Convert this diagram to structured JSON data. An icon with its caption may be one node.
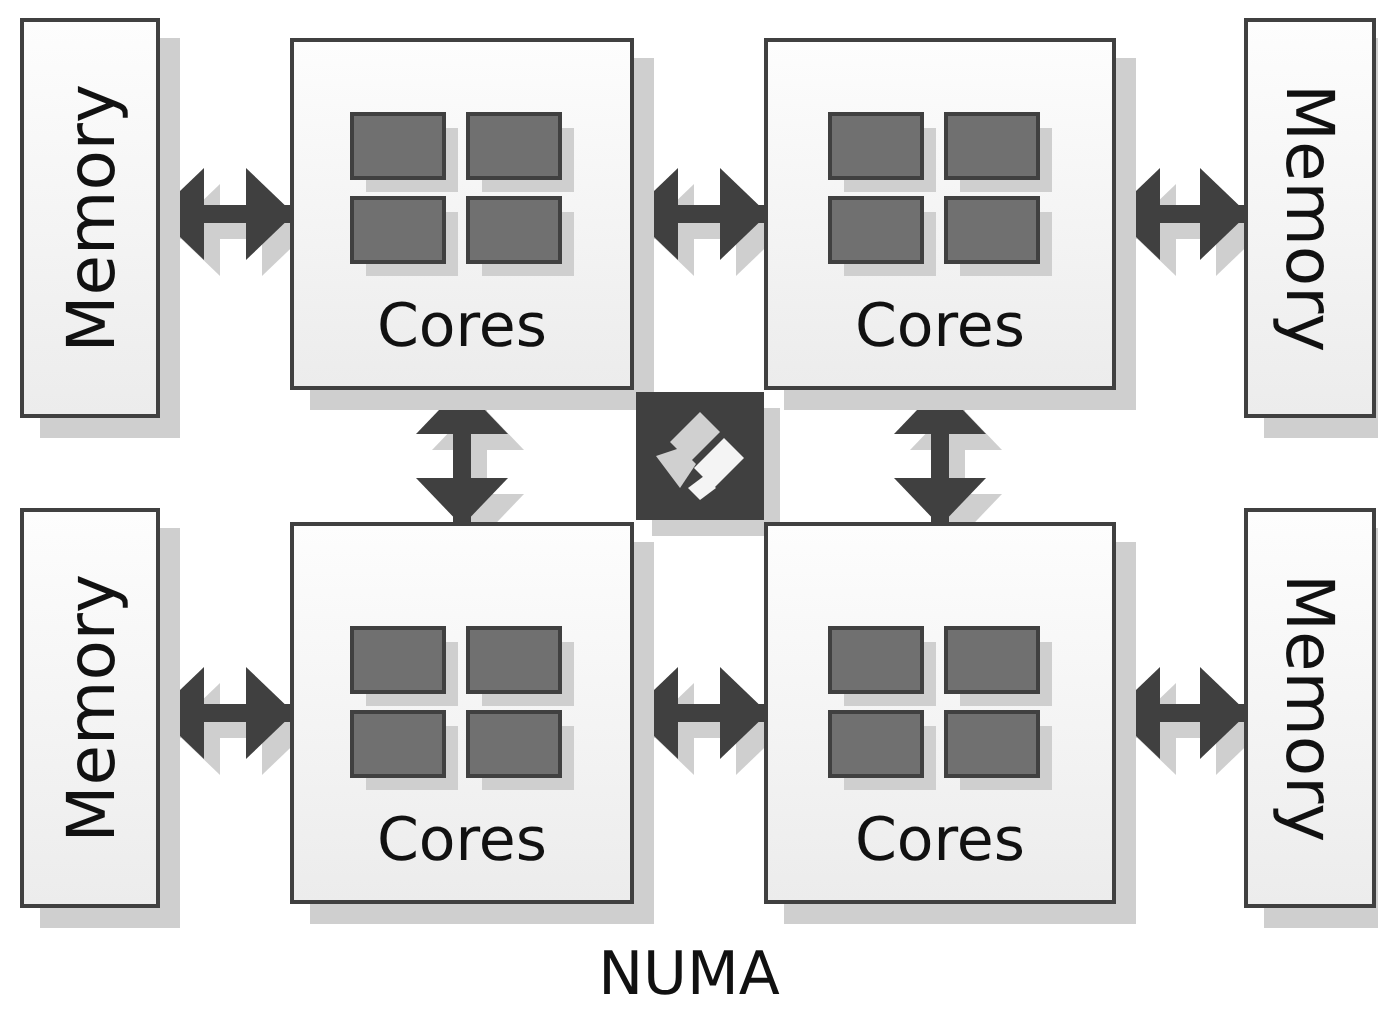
{
  "diagram": {
    "caption": "NUMA",
    "nodes": [
      {
        "text": [
          "Memory"
        ]
      },
      {
        "text": [
          "Cores"
        ]
      },
      {
        "text": [
          "Cores"
        ]
      },
      {
        "text": [
          "Memory"
        ]
      },
      {
        "text": [],
        "shape": "box"
      },
      {
        "text": [
          "Memory"
        ]
      },
      {
        "text": [
          "Cores"
        ]
      },
      {
        "text": [
          "Cores"
        ]
      },
      {
        "text": [
          "Memory"
        ]
      }
    ],
    "edges": [
      {
        "from": 0,
        "to": 1,
        "arrow": "both"
      },
      {
        "from": 1,
        "to": 2,
        "arrow": "both"
      },
      {
        "from": 2,
        "to": 3,
        "arrow": "both"
      },
      {
        "from": 1,
        "to": 6,
        "arrow": "both"
      },
      {
        "from": 2,
        "to": 7,
        "arrow": "both"
      },
      {
        "from": 5,
        "to": 6,
        "arrow": "both"
      },
      {
        "from": 6,
        "to": 7,
        "arrow": "both"
      },
      {
        "from": 7,
        "to": 8,
        "arrow": "both"
      }
    ]
  }
}
